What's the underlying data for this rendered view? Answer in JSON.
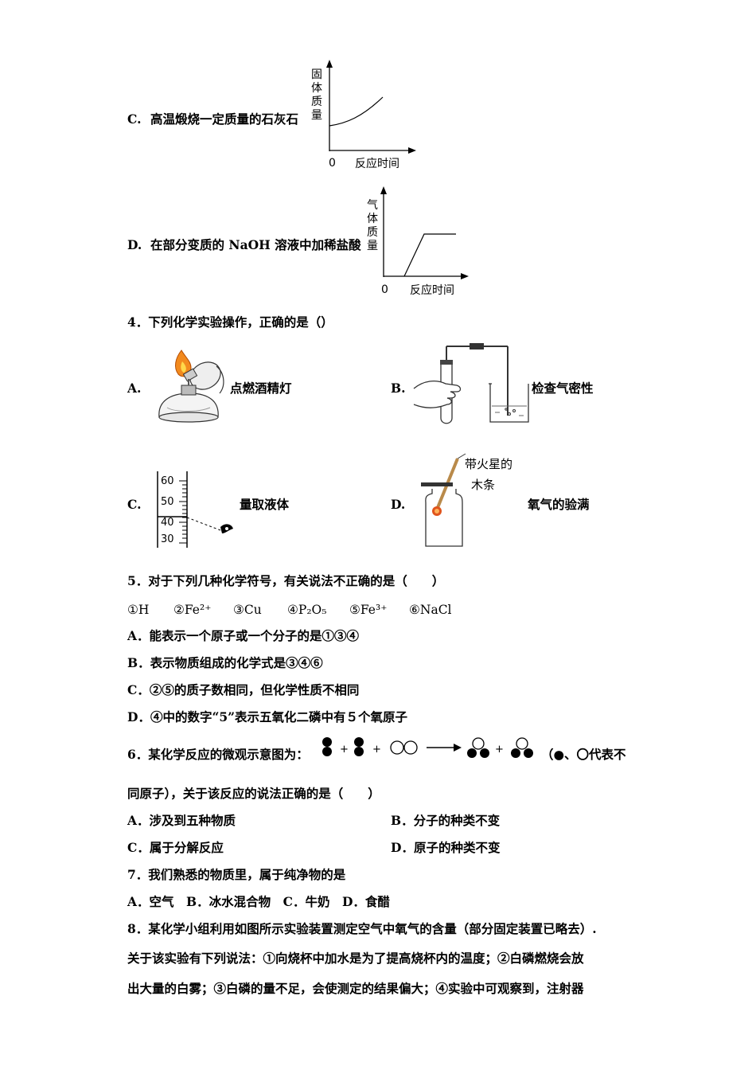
{
  "q3": {
    "c": {
      "label": "C.",
      "text": "高温煅烧一定质量的石灰石",
      "y_axis": "固体质量",
      "x_axis": "反应时间",
      "origin": "0"
    },
    "d": {
      "label": "D.",
      "text": "在部分变质的 NaOH 溶液中加稀盐酸",
      "y_axis": "气体质量",
      "x_axis": "反应时间",
      "origin": "0"
    }
  },
  "q4": {
    "stem": "4．下列化学实验操作，正确的是（）",
    "a": {
      "label": "A.",
      "text": "点燃酒精灯"
    },
    "b": {
      "label": "B.",
      "text": "检查气密性"
    },
    "c": {
      "label": "C.",
      "text": "量取液体",
      "ticks": [
        "60",
        "50",
        "40",
        "30"
      ]
    },
    "d": {
      "label": "D.",
      "text": "氧气的验满",
      "annot1": "带火星的",
      "annot2": "木条"
    }
  },
  "q5": {
    "stem": "5．对于下列几种化学符号，有关说法不正确的是（　　）",
    "symbols": [
      "①H",
      "②Fe²⁺",
      "③Cu",
      "④P₂O₅",
      "⑤Fe³⁺",
      "⑥NaCl"
    ],
    "a": "A．能表示一个原子或一个分子的是①③④",
    "b": "B．表示物质组成的化学式是③④⑥",
    "c": "C．②⑤的质子数相同，但化学性质不相同",
    "d": "D．④中的数字“5”表示五氧化二磷中有５个氧原子"
  },
  "q6": {
    "stem": "6．某化学反应的微观示意图为：",
    "legend": "（●、〇代表不",
    "stem2": "同原子），关于该反应的说法正确的是（　　）",
    "a": "A．涉及到五种物质",
    "b": "B．分子的种类不变",
    "c": "C．属于分解反应",
    "d": "D．原子的种类不变"
  },
  "q7": {
    "stem": "7．我们熟悉的物质里，属于纯净物的是",
    "options": "A．空气　B．冰水混合物　C．牛奶　D．食醋"
  },
  "q8": {
    "line1": "8．某化学小组利用如图所示实验装置测定空气中氧气的含量（部分固定装置已略去）.",
    "line2": "关于该实验有下列说法：①向烧杯中加水是为了提高烧杯内的温度；②白磷燃烧会放",
    "line3": "出大量的白雾；③白磷的量不足，会使测定的结果偏大；④实验中可观察到，注射器"
  }
}
